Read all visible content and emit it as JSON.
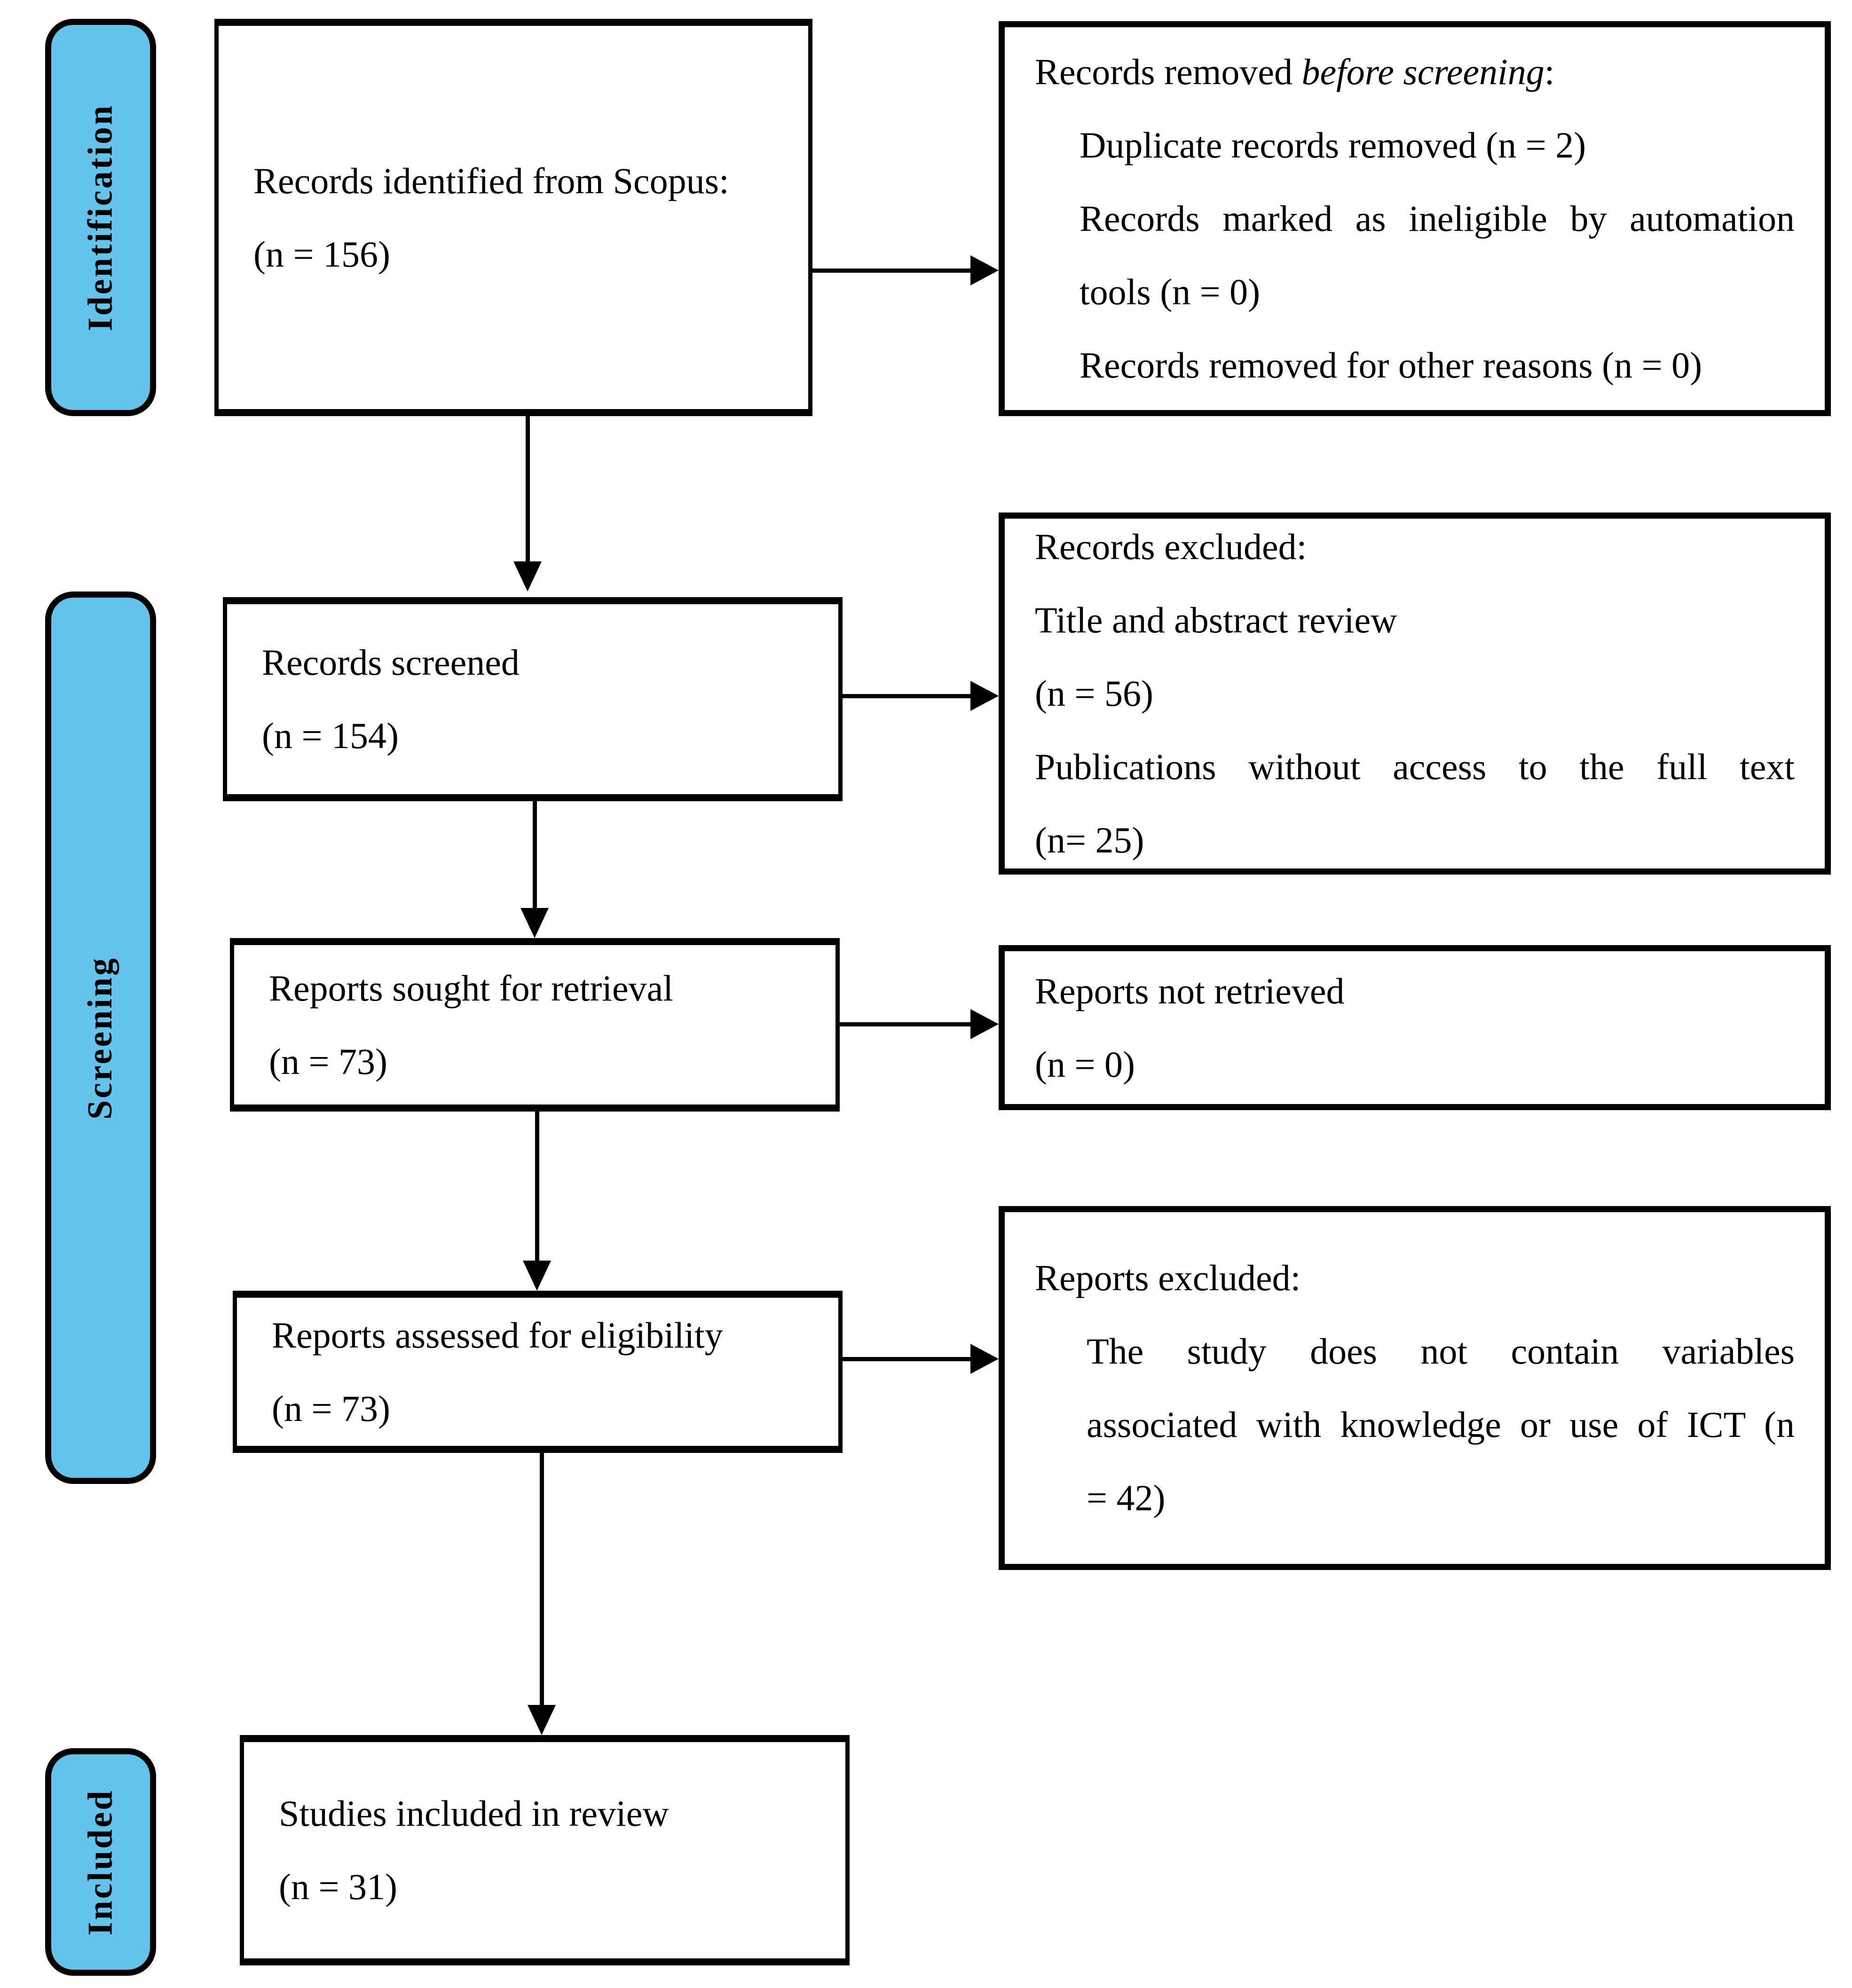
{
  "sidebar": {
    "identification_label": "Identification",
    "screening_label": "Screening",
    "included_label": "Included"
  },
  "flow_boxes": {
    "identified": {
      "line1": "Records identified from Scopus:",
      "line2": "(n = 156)"
    },
    "screened": {
      "line1": "Records screened",
      "line2": "(n = 154)"
    },
    "sought": {
      "line1": "Reports sought for retrieval",
      "line2": "(n = 73)"
    },
    "assessed": {
      "line1": "Reports assessed for eligibility",
      "line2": "(n = 73)"
    },
    "included_studies": {
      "line1": "Studies included in review",
      "line2": "(n = 31)"
    }
  },
  "exclusion_boxes": {
    "removed_before_screening": {
      "title_prefix": "Records removed ",
      "title_italic": "before screening",
      "title_suffix": ":",
      "item1": "Duplicate records removed (n = 2)",
      "item2_line1": "Records marked as ineligible by automation",
      "item2_line2": "tools (n = 0)",
      "item3": "Records removed for other reasons (n = 0)"
    },
    "records_excluded": {
      "title": "Records excluded:",
      "line1": "Title and abstract review",
      "line2": "(n = 56)",
      "line3": "Publications without access to the full text",
      "line4": "(n= 25)"
    },
    "reports_not_retrieved": {
      "line1": "Reports not retrieved",
      "line2": "(n = 0)"
    },
    "reports_excluded": {
      "title": "Reports excluded:",
      "line1": "The study does not contain variables",
      "line2": "associated with knowledge or use of ICT (n",
      "line3": "= 42)"
    }
  },
  "colors": {
    "stage_pill_fill": "#64C3EA",
    "line_color": "#000000",
    "box_fill": "#FFFFFF",
    "background": "#FFFFFF"
  }
}
